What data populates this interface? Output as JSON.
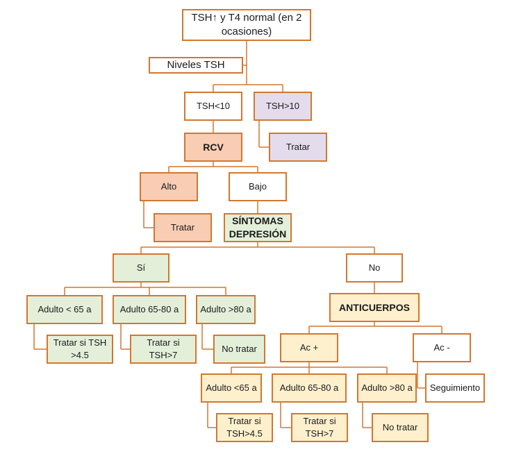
{
  "colors": {
    "border": "#d2772f",
    "white": "#ffffff",
    "purple": "#e4dcec",
    "salmon": "#f8cdb4",
    "green": "#e4efda",
    "yellow": "#fff0cd"
  },
  "nodes": {
    "root": "TSH↑ y T4 normal (en 2 ocasiones)",
    "niveles": "Niveles TSH",
    "tsh_lt10": "TSH<10",
    "tsh_gt10": "TSH>10",
    "tratar_tsh10": "Tratar",
    "rcv": "RCV",
    "alto": "Alto",
    "bajo": "Bajo",
    "tratar_alto": "Tratar",
    "sintomas": "SÍNTOMAS DEPRESIÓN",
    "si": "Sí",
    "no": "No",
    "si_adulto65": "Adulto < 65 a",
    "si_adulto6580": "Adulto 65-80 a",
    "si_adulto80": "Adulto >80 a",
    "si_tratar45": "Tratar si TSH >4.5",
    "si_tratar7": "Tratar si TSH>7",
    "si_notratar": "No tratar",
    "anticuerpos": "ANTICUERPOS",
    "ac_pos": "Ac +",
    "ac_neg": "Ac -",
    "seguimiento": "Seguimiento",
    "ac_adulto65": "Adulto <65 a",
    "ac_adulto6580": "Adulto 65-80 a",
    "ac_adulto80": "Adulto >80 a",
    "ac_tratar45": "Tratar si TSH>4.5",
    "ac_tratar7": "Tratar si TSH>7",
    "ac_notratar": "No tratar"
  }
}
